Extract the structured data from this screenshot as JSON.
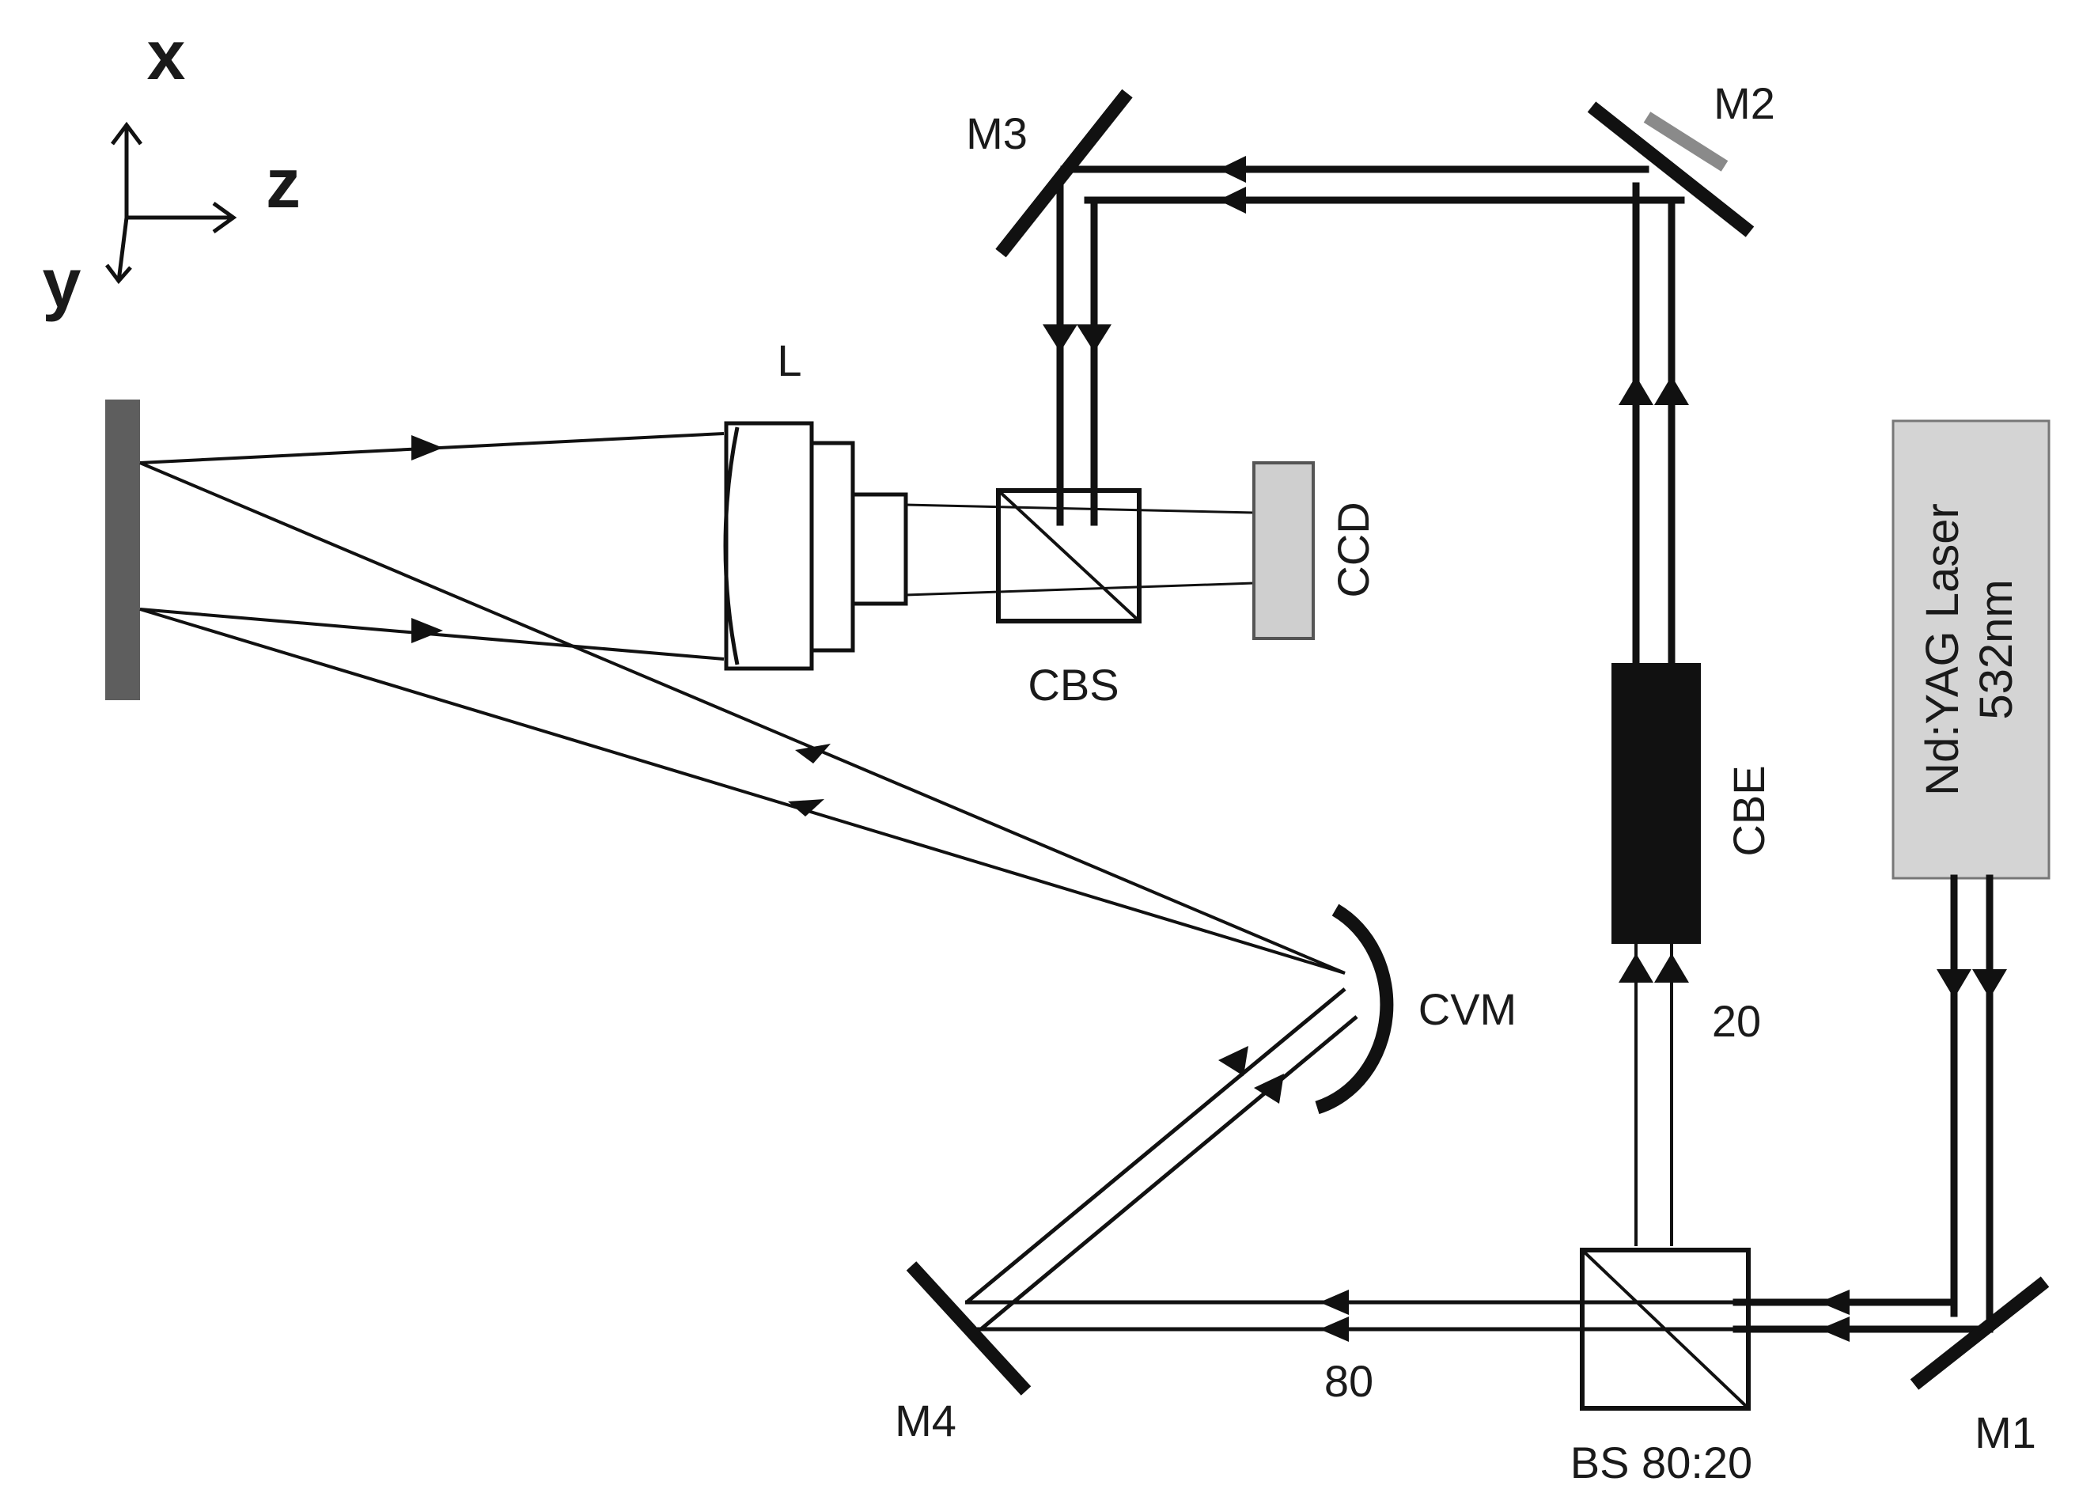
{
  "axes": {
    "x": "x",
    "y": "y",
    "z": "z"
  },
  "components": {
    "mirror_1": "M1",
    "mirror_2": "M2",
    "mirror_3": "M3",
    "mirror_4": "M4",
    "lens": "L",
    "cube_beam_splitter": "CBS",
    "camera": "CCD",
    "beam_expander": "CBE",
    "beam_splitter": "BS 80:20",
    "convex_mirror": "CVM",
    "laser_line1": "Nd:YAG Laser",
    "laser_line2": "532nm"
  },
  "split_ratios": {
    "reflected": "20",
    "transmitted": "80"
  },
  "colors": {
    "line": "#111111",
    "laser_fill": "#d4d4d4",
    "ccd_fill": "#cfcfcf",
    "object_fill": "#5e5e5e",
    "m2_coating": "#8a8a8a"
  }
}
